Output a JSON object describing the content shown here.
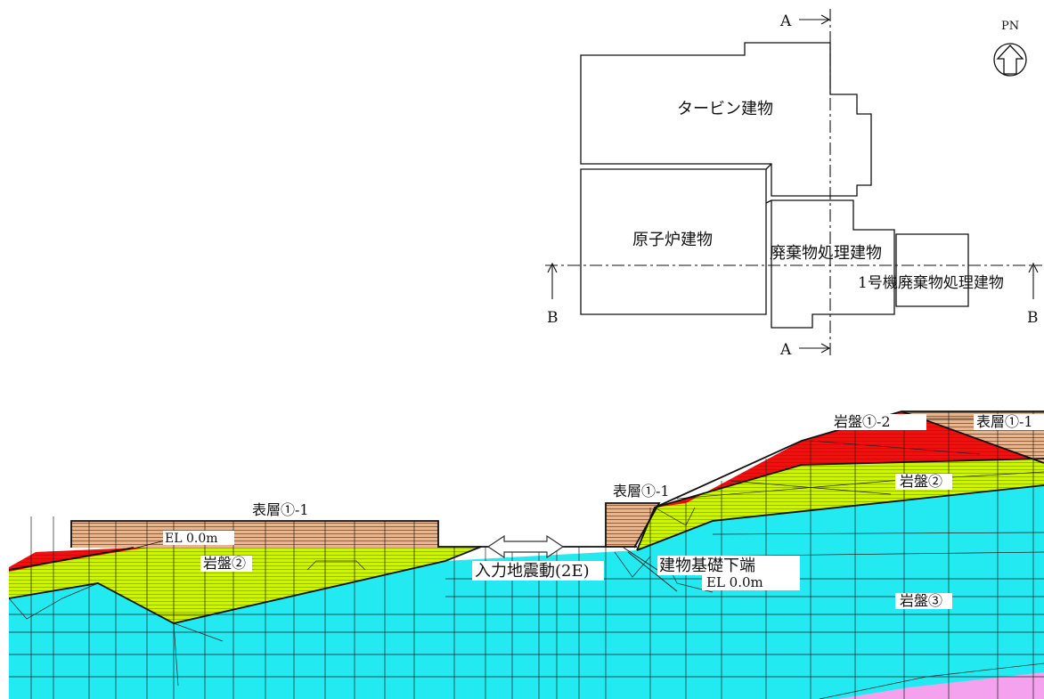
{
  "plan": {
    "north_label": "PN",
    "turbine": "タービン建物",
    "reactor": "原子炉建物",
    "waste": "廃棄物処理建物",
    "unit1_waste": "1号機廃棄物処理建物",
    "section_a_top": "A",
    "section_a_bottom": "A",
    "section_b_left": "B",
    "section_b_right": "B"
  },
  "section": {
    "surface_left": "表層①-1",
    "surface_mid": "表層①-1",
    "surface_right": "表層①-1",
    "rock_1_2": "岩盤①-2",
    "rock_2_left": "岩盤②",
    "rock_2_right": "岩盤②",
    "rock_3": "岩盤③",
    "el_left": "EL 0.0m",
    "el_right": "EL 0.0m",
    "input_motion": "入力地震動(2E)",
    "foundation_bottom": "建物基礎下端"
  },
  "colors": {
    "surface": "#e7b58f",
    "rock_1_2": "#ee1111",
    "rock_2": "#cdf500",
    "rock_3": "#22eaf0",
    "deep": "#f4a2ee"
  }
}
